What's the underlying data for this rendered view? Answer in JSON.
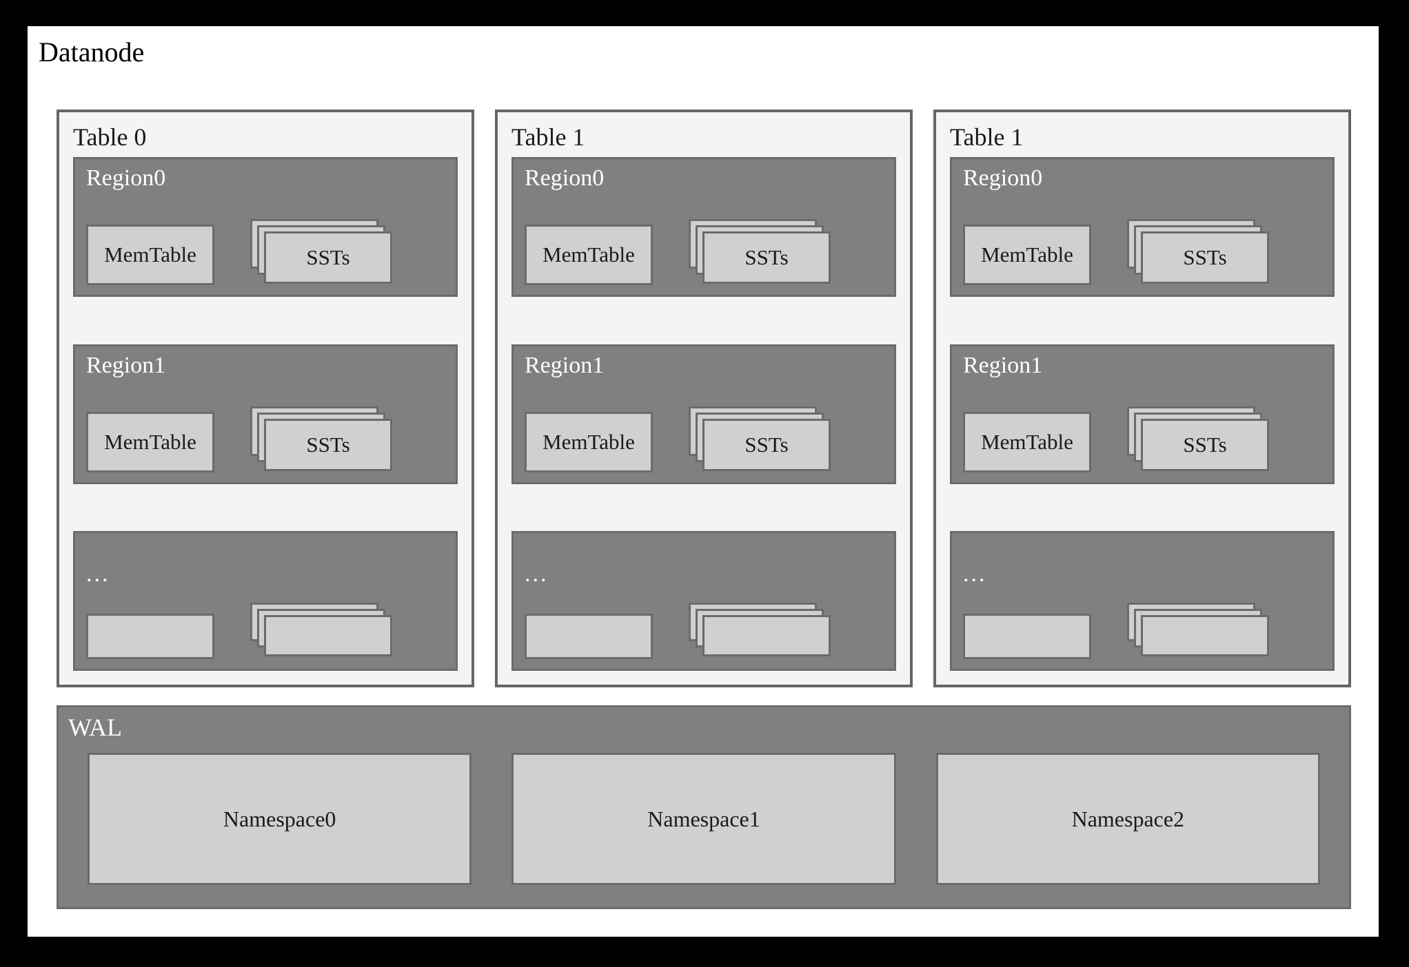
{
  "diagram": {
    "title": "Datanode",
    "background_color": "#ffffff",
    "frame_color": "#000000",
    "panel_bg_color": "#f4f4f4",
    "region_fill_color": "#808080",
    "box_fill_color": "#d0d0d0",
    "border_color": "#666666",
    "label_dark_color": "#1a1a1a",
    "label_light_color": "#ffffff"
  },
  "tables": [
    {
      "label": "Table 0",
      "regions": [
        {
          "label": "Region0",
          "memtable": "MemTable",
          "ssts": "SSTs",
          "sst_layers": 3
        },
        {
          "label": "Region1",
          "memtable": "MemTable",
          "ssts": "SSTs",
          "sst_layers": 3
        },
        {
          "label": "...",
          "memtable": "",
          "ssts": "",
          "sst_layers": 3
        }
      ]
    },
    {
      "label": "Table 1",
      "regions": [
        {
          "label": "Region0",
          "memtable": "MemTable",
          "ssts": "SSTs",
          "sst_layers": 3
        },
        {
          "label": "Region1",
          "memtable": "MemTable",
          "ssts": "SSTs",
          "sst_layers": 3
        },
        {
          "label": "...",
          "memtable": "",
          "ssts": "",
          "sst_layers": 3
        }
      ]
    },
    {
      "label": "Table 1",
      "regions": [
        {
          "label": "Region0",
          "memtable": "MemTable",
          "ssts": "SSTs",
          "sst_layers": 3
        },
        {
          "label": "Region1",
          "memtable": "MemTable",
          "ssts": "SSTs",
          "sst_layers": 3
        },
        {
          "label": "...",
          "memtable": "",
          "ssts": "",
          "sst_layers": 3
        }
      ]
    }
  ],
  "wal": {
    "label": "WAL",
    "namespaces": [
      {
        "label": "Namespace0"
      },
      {
        "label": "Namespace1"
      },
      {
        "label": "Namespace2"
      }
    ]
  }
}
